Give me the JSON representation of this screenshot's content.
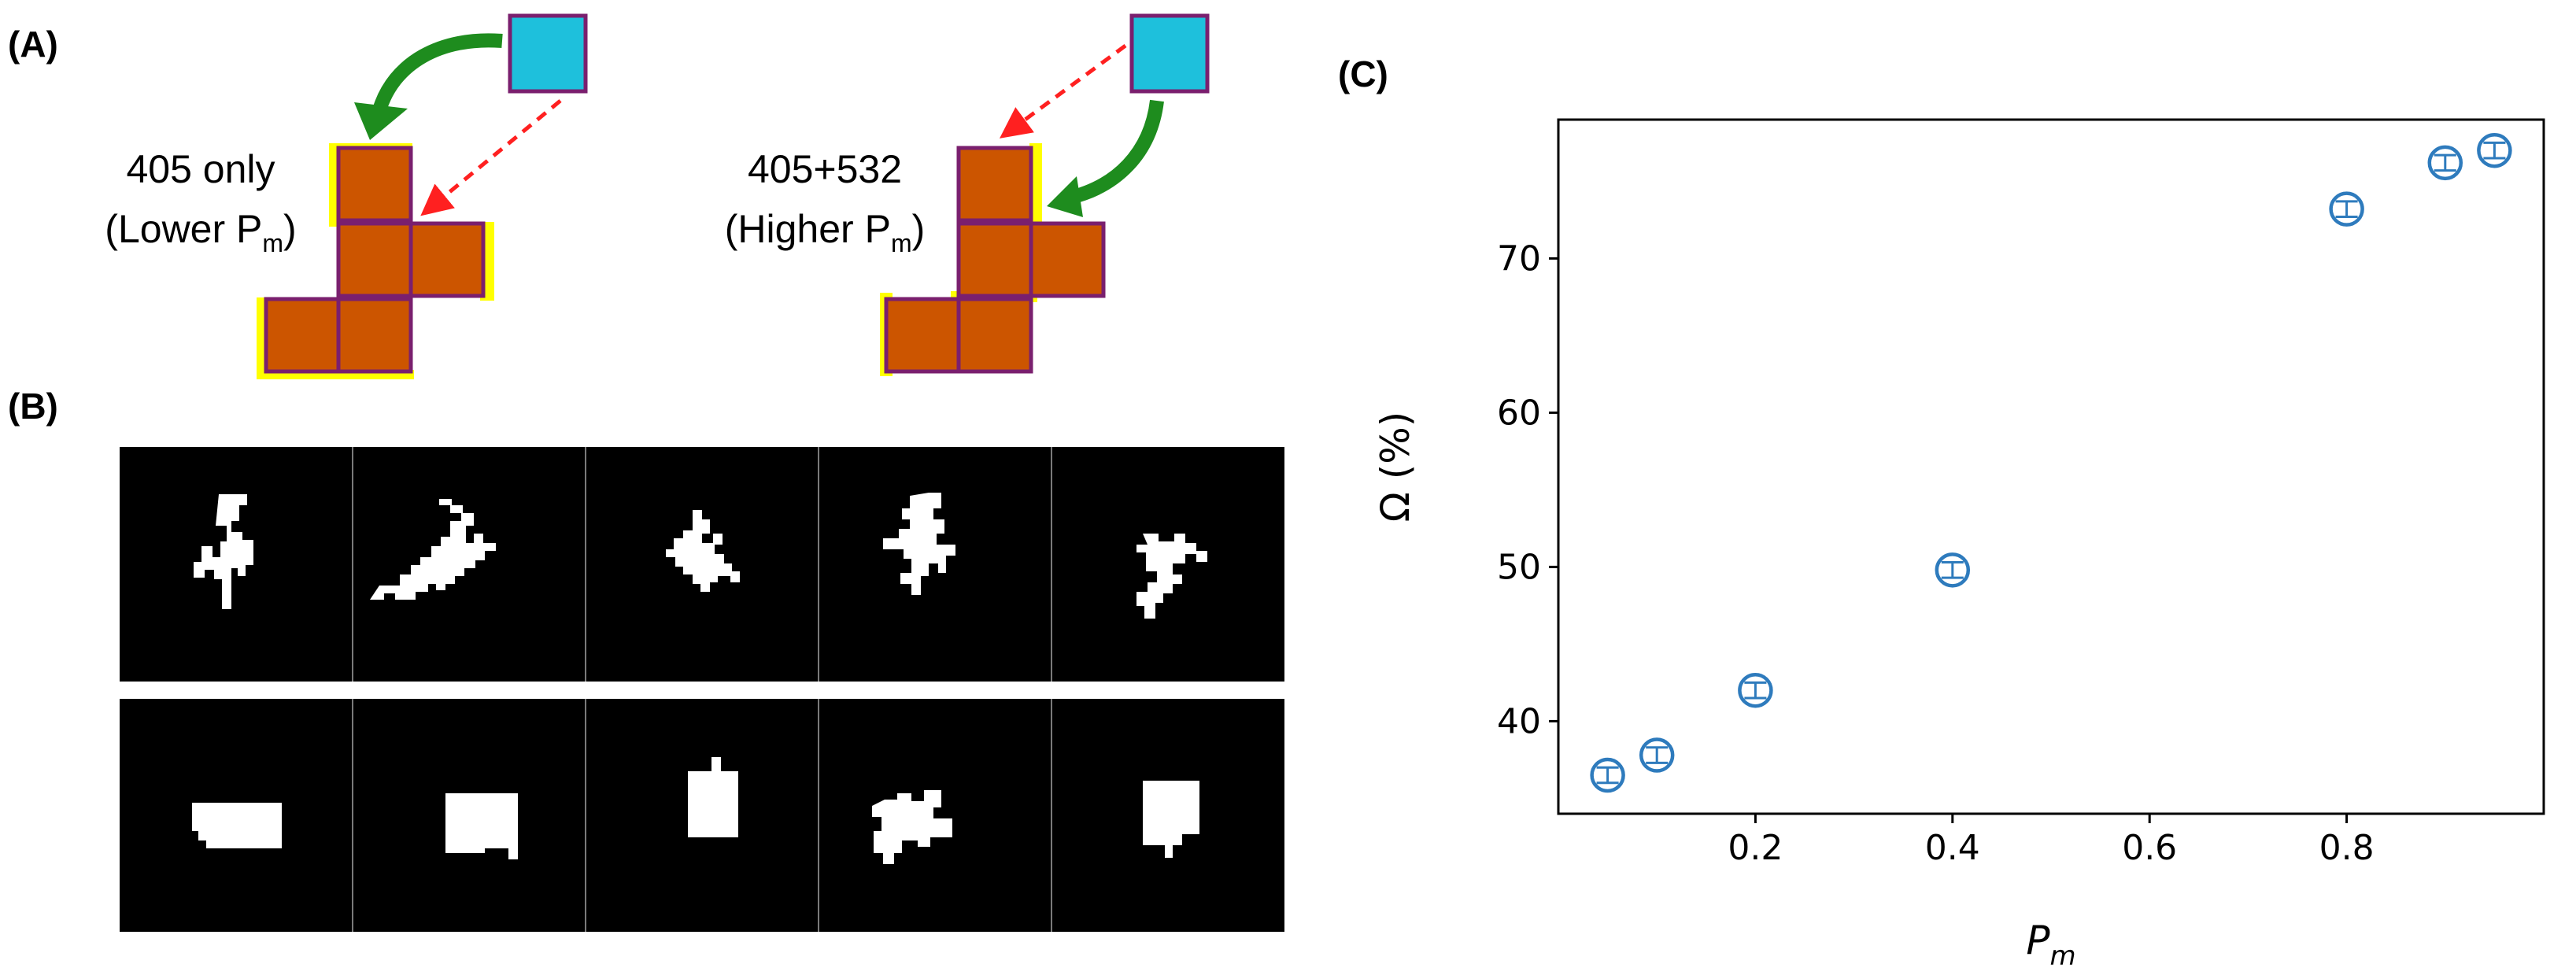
{
  "panels": {
    "a_label": "(A)",
    "b_label": "(B)",
    "c_label": "(C)"
  },
  "diagram_a": {
    "left": {
      "line1": "405 only",
      "line2_prefix": "(Lower P",
      "subscript": "m",
      "line2_suffix": ")"
    },
    "right": {
      "line1": "405+532",
      "line2_prefix": "(Higher P",
      "subscript": "m",
      "line2_suffix": ")"
    },
    "colors": {
      "tile": "#cc5500",
      "tile_border": "#7a1f6e",
      "edge": "#ffff00",
      "incoming": "#1ec0dc",
      "preferred_arrow": "#1e8c1e",
      "alternate_arrow": "#ff2020"
    }
  },
  "chart_data": {
    "type": "scatter",
    "xlabel_base": "P",
    "xlabel_sub": "m",
    "ylabel": "Ω (%)",
    "xlim": [
      0.0,
      1.0
    ],
    "ylim": [
      34,
      79
    ],
    "xticks": [
      0.2,
      0.4,
      0.6,
      0.8
    ],
    "xtick_labels": [
      "0.2",
      "0.4",
      "0.6",
      "0.8"
    ],
    "yticks": [
      40,
      50,
      60,
      70
    ],
    "ytick_labels": [
      "40",
      "50",
      "60",
      "70"
    ],
    "marker_color": "#2e7bbd",
    "points": [
      {
        "x": 0.05,
        "y": 36.5,
        "err": 0.5
      },
      {
        "x": 0.1,
        "y": 37.8,
        "err": 0.5
      },
      {
        "x": 0.2,
        "y": 42.0,
        "err": 0.5
      },
      {
        "x": 0.4,
        "y": 49.8,
        "err": 0.5
      },
      {
        "x": 0.8,
        "y": 73.2,
        "err": 0.5
      },
      {
        "x": 0.9,
        "y": 76.2,
        "err": 0.5
      },
      {
        "x": 0.95,
        "y": 77.0,
        "err": 0.5
      }
    ]
  }
}
